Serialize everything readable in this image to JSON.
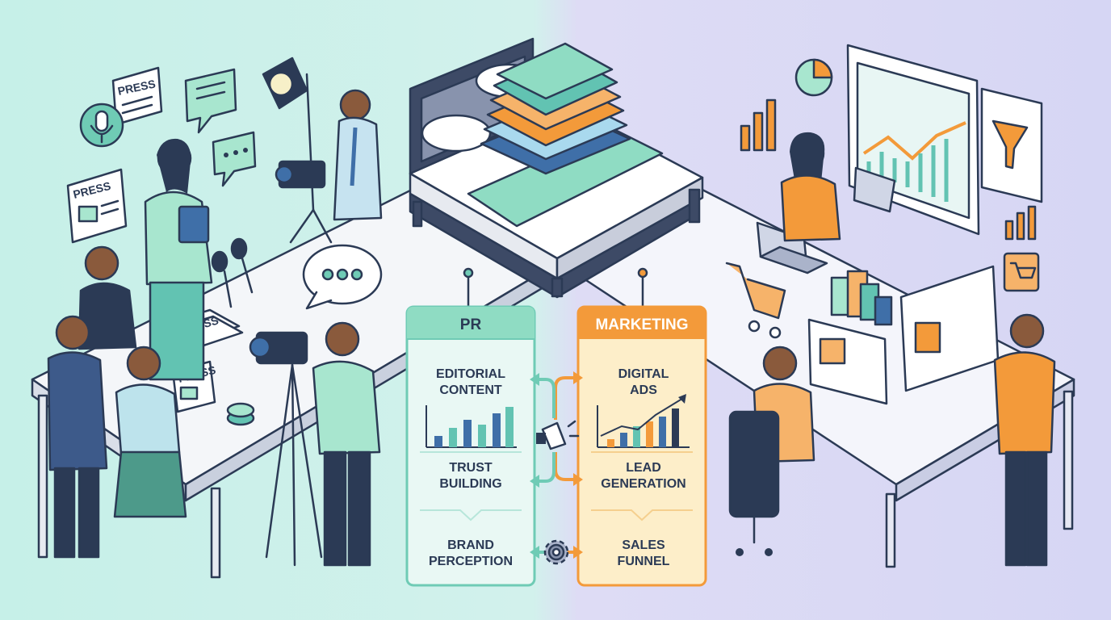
{
  "pr_panel": {
    "header": "PR",
    "items": [
      {
        "line1": "EDITORIAL",
        "line2": "CONTENT"
      },
      {
        "line1": "TRUST",
        "line2": "BUILDING"
      },
      {
        "line1": "BRAND",
        "line2": "PERCEPTION"
      }
    ]
  },
  "marketing_panel": {
    "header": "MARKETING",
    "items": [
      {
        "line1": "DIGITAL",
        "line2": "ADS"
      },
      {
        "line1": "LEAD",
        "line2": "GENERATION"
      },
      {
        "line1": "SALES",
        "line2": "FUNNEL"
      }
    ]
  },
  "press_signs": [
    "PRESS",
    "PRESS",
    "PRESS",
    "PRESS"
  ],
  "colors": {
    "pr_bg": "#c9f1ea",
    "marketing_bg": "#dcdcf6",
    "pr_accent": "#6fcbb5",
    "marketing_accent": "#f39a3a",
    "ink": "#2b3a55",
    "mint": "#a8e6cf",
    "blue": "#3f6fa8"
  },
  "icons": [
    "press-newspaper-icon",
    "microphone-icon",
    "chat-bubble-icon",
    "video-camera-icon",
    "spotlight-icon",
    "megaphone-icon",
    "gear-icon",
    "shopping-cart-icon",
    "funnel-icon",
    "pie-chart-icon",
    "bar-chart-icon",
    "laptop-icon"
  ]
}
